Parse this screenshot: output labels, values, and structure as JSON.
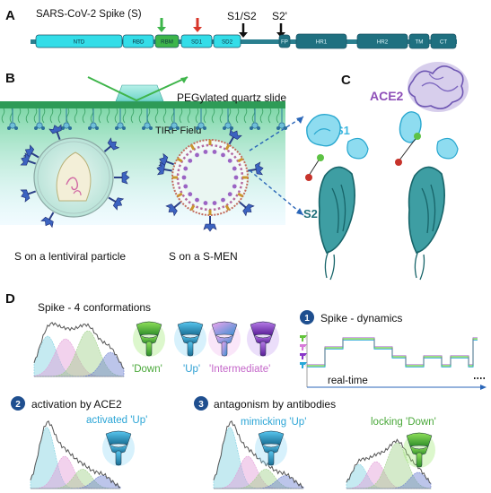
{
  "panels": {
    "a": "A",
    "b": "B",
    "c": "C",
    "d": "D"
  },
  "panel_a": {
    "title": "SARS-CoV-2 Spike (S)",
    "cleavage_1": "S1/S2",
    "cleavage_2": "S2'",
    "domains": [
      "NTD",
      "RBD",
      "RBM",
      "SD1",
      "SD2",
      "FP",
      "HR1",
      "HR2",
      "TM",
      "CT"
    ],
    "colors": {
      "s1_domains": "#33dde8",
      "rbm": "#3cb54a",
      "s2_domains": "#1f7080",
      "markers_green": "#3cb54a",
      "markers_red": "#d8362a"
    }
  },
  "panel_b": {
    "slide_label": "PEGylated quartz slide",
    "tirf_label": "TIRF Field",
    "caption_left": "S on a lentiviral particle",
    "caption_right": "S on a S-MEN"
  },
  "panel_c": {
    "ace2_label": "ACE2",
    "s1_label": "S1",
    "s2_label": "S2",
    "colors": {
      "ace2": "#8e6fc8",
      "s1": "#40c7e3",
      "s2": "#1f7c80"
    }
  },
  "panel_d": {
    "conformations_title": "Spike - 4 conformations",
    "state_down": "'Down'",
    "state_up": "'Up'",
    "state_intermediate": "'Intermediate'",
    "step1_num": "1",
    "step1_title": "Spike - dynamics",
    "realtime_label": "real-time",
    "step2_num": "2",
    "step2_title": "activation by ACE2",
    "activated_label": "activated 'Up'",
    "step3_num": "3",
    "step3_title": "antagonism by antibodies",
    "mimicking_label": "mimicking 'Up'",
    "locking_label": "locking 'Down'",
    "colors": {
      "down": "#62c43a",
      "up": "#27a8d8",
      "intermediate_a": "#d77ad9",
      "intermediate_b": "#8a36c9"
    }
  }
}
